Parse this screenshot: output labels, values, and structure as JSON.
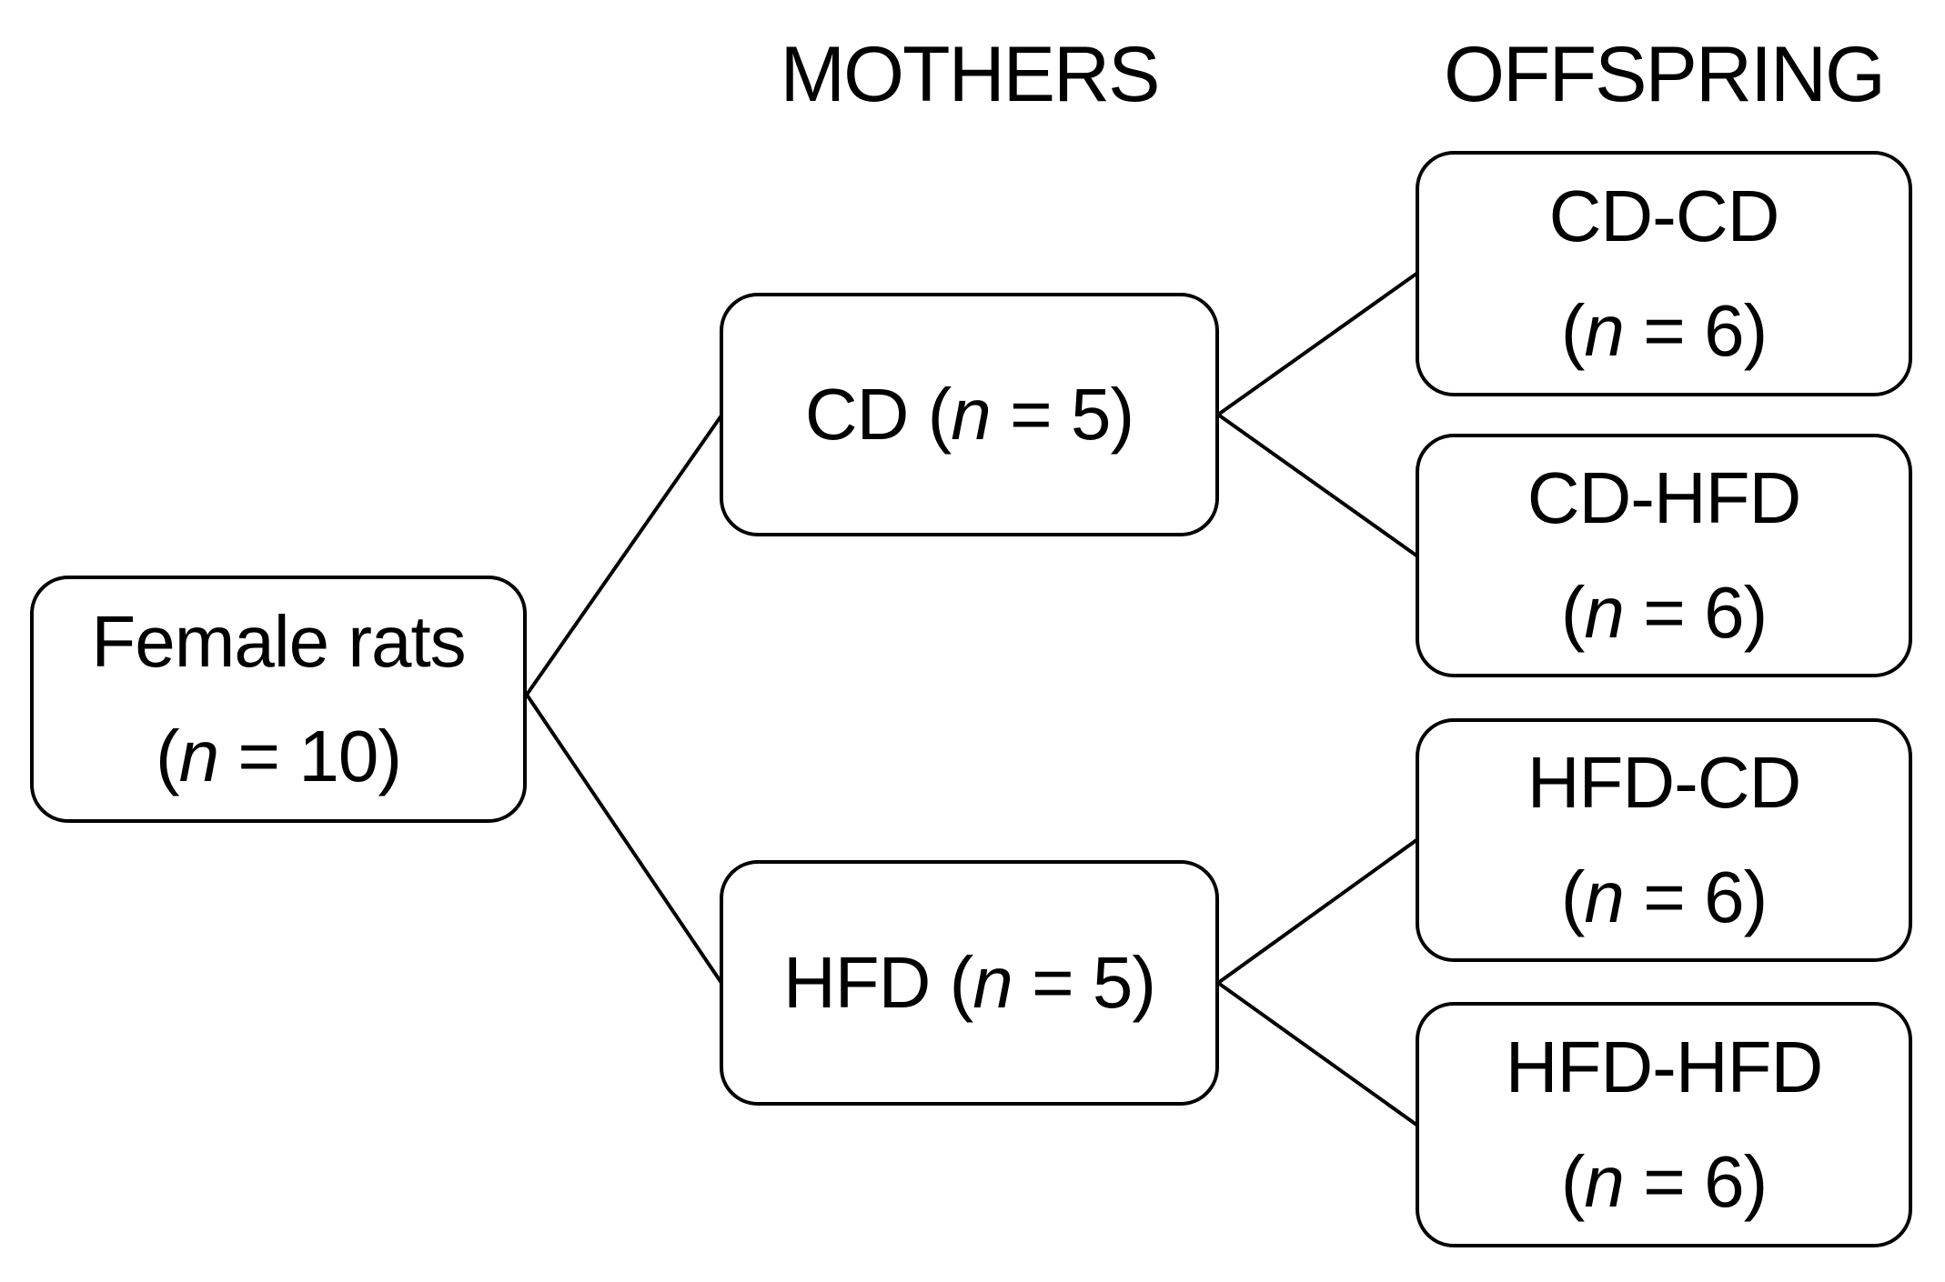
{
  "figure": {
    "headers": {
      "mothers": "MOTHERS",
      "offspring": "OFFSPRING"
    },
    "root": {
      "line1": "Female rats",
      "paren_open": "(",
      "n_italic": "n",
      "count_rest": " = 10)"
    },
    "mother_groups": [
      {
        "prefix": "CD (",
        "n_italic": "n",
        "suffix": " = 5)"
      },
      {
        "prefix": "HFD (",
        "n_italic": "n",
        "suffix": " = 5)"
      }
    ],
    "offspring_groups": [
      {
        "name": "CD-CD",
        "paren_open": "(",
        "n_italic": "n",
        "count_rest": " = 6)"
      },
      {
        "name": "CD-HFD",
        "paren_open": "(",
        "n_italic": "n",
        "count_rest": " = 6)"
      },
      {
        "name": "HFD-CD",
        "paren_open": "(",
        "n_italic": "n",
        "count_rest": " = 6)"
      },
      {
        "name": "HFD-HFD",
        "paren_open": "(",
        "n_italic": "n",
        "count_rest": " = 6)"
      }
    ],
    "colors": {
      "text": "#000000",
      "border": "#000000",
      "background": "#ffffff",
      "connector": "#000000"
    }
  }
}
